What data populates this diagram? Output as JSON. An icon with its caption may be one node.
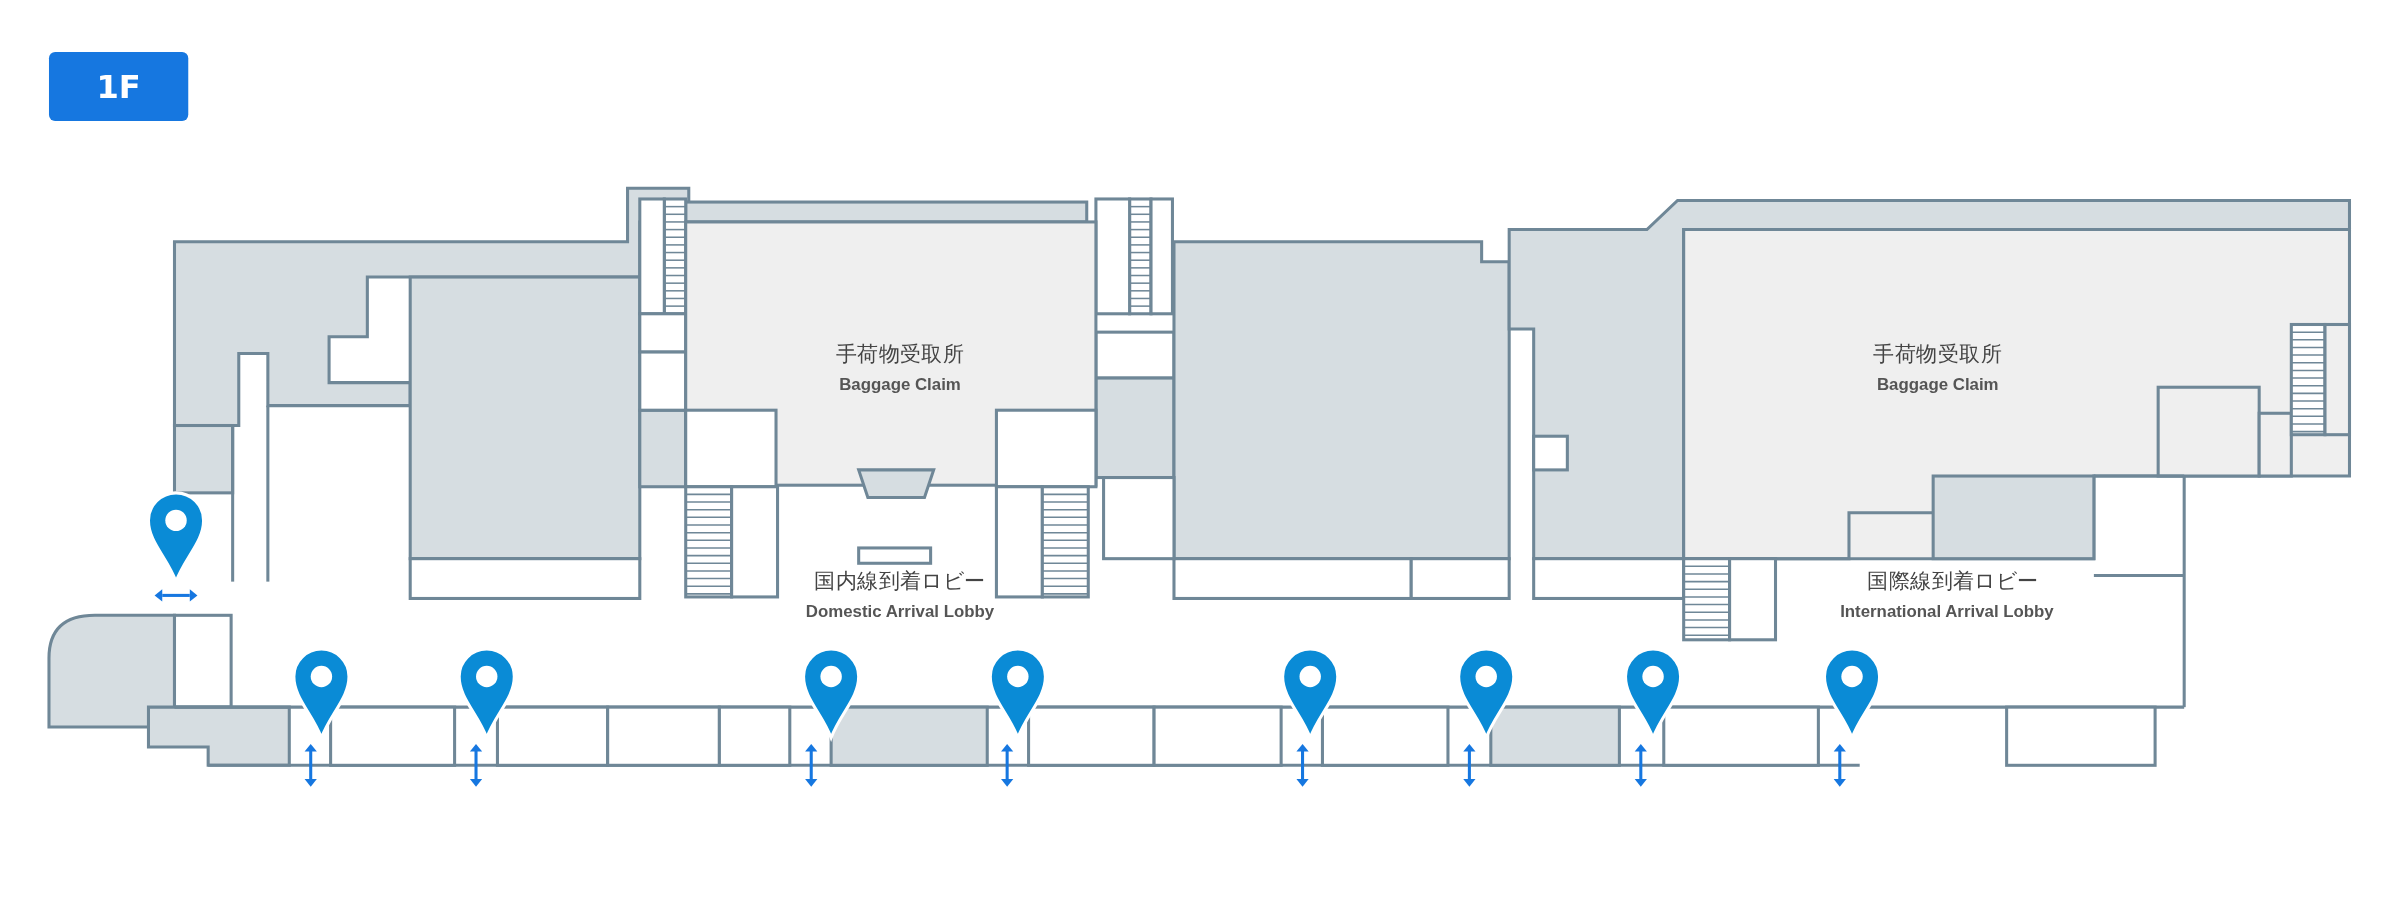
{
  "diagram": {
    "nodes": [
      {
        "text": [
          "1F"
        ]
      },
      {
        "text": [
          "手荷物受取所",
          "Baggage Claim"
        ]
      },
      {
        "text": [
          "手荷物受取所",
          "Baggage Claim"
        ]
      }
    ],
    "labels": [
      "国内線到着ロビー",
      "Domestic Arrival Lobby",
      "国際線到着ロビー",
      "International Arrival Lobby"
    ]
  }
}
